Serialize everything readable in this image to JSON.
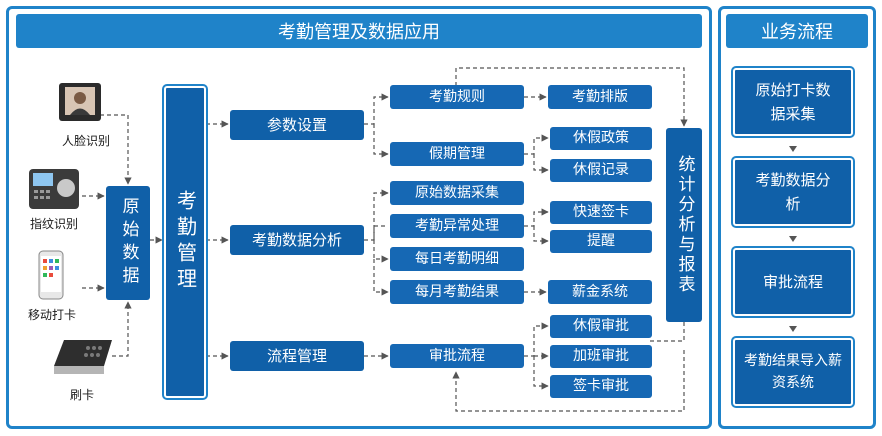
{
  "main_title": "考勤管理及数据应用",
  "side_title": "业务流程",
  "devices": [
    {
      "label": "人脸识别",
      "icon": "face-recognition-icon"
    },
    {
      "label": "指纹识别",
      "icon": "fingerprint-scanner-icon"
    },
    {
      "label": "移动打卡",
      "icon": "mobile-phone-icon"
    },
    {
      "label": "刷卡",
      "icon": "card-reader-icon"
    }
  ],
  "raw_data_box": "原始数据",
  "attendance_mgmt_box": "考勤管理",
  "modules": {
    "params": "参数设置",
    "analysis": "考勤数据分析",
    "process": "流程管理"
  },
  "params_children": {
    "rules": "考勤规则",
    "scheduling": "考勤排版",
    "leave_mgmt": "假期管理",
    "leave_policy": "休假政策",
    "leave_record": "休假记录"
  },
  "analysis_children": {
    "raw_collect": "原始数据采集",
    "exception": "考勤异常处理",
    "quick_sign": "快速签卡",
    "reminder": "提醒",
    "daily_detail": "每日考勤明细",
    "monthly_result": "每月考勤结果",
    "salary": "薪金系统"
  },
  "process_children": {
    "approval": "审批流程",
    "leave_approval": "休假审批",
    "overtime_approval": "加班审批",
    "sign_approval": "签卡审批"
  },
  "stats_box": "统计分析与报表",
  "flow_steps": [
    "原始打卡数据采集",
    "考勤数据分析",
    "审批流程",
    "考勤结果导入薪资系统"
  ],
  "colors": {
    "border": "#1f83c9",
    "box": "#1060a8",
    "arrow": "#555555"
  }
}
